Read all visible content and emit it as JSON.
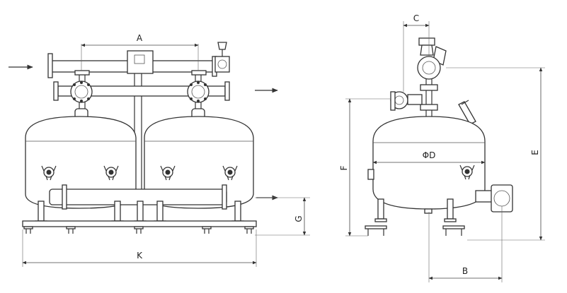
{
  "labels": {
    "A": "A",
    "B": "B",
    "C": "C",
    "D": "ΦD",
    "E": "E",
    "F": "F",
    "G": "G",
    "K": "K"
  },
  "colors": {
    "line": "#333333",
    "background": "#ffffff"
  }
}
